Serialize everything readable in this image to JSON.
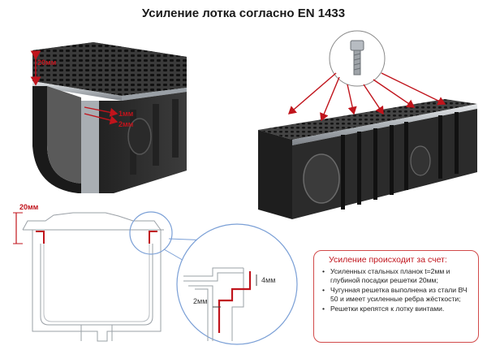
{
  "title": "Усиление лотка согласно EN 1433",
  "labels": {
    "dim_20mm_top": "20мм",
    "dim_1mm": "1мм",
    "dim_2mm_top": "2мм",
    "dim_20mm_bottom": "20мм",
    "dim_4mm": "4мм",
    "dim_2mm_detail": "2мм"
  },
  "info": {
    "heading": "Усиление происходит за счет:",
    "items": [
      "Усиленных стальных планок t=2мм и глубиной посадки решетки 20мм;",
      "Чугунная решетка выполнена из стали ВЧ 50 и имеет усиленные ребра жёсткости;",
      "Решетки крепятся к лотку винтами."
    ]
  },
  "colors": {
    "accent_red": "#c0141c",
    "metal_dark": "#2b2b2b",
    "steel": "#b9bdc2",
    "outline": "#9aa0a6"
  },
  "icons": [
    "bolt-icon"
  ]
}
